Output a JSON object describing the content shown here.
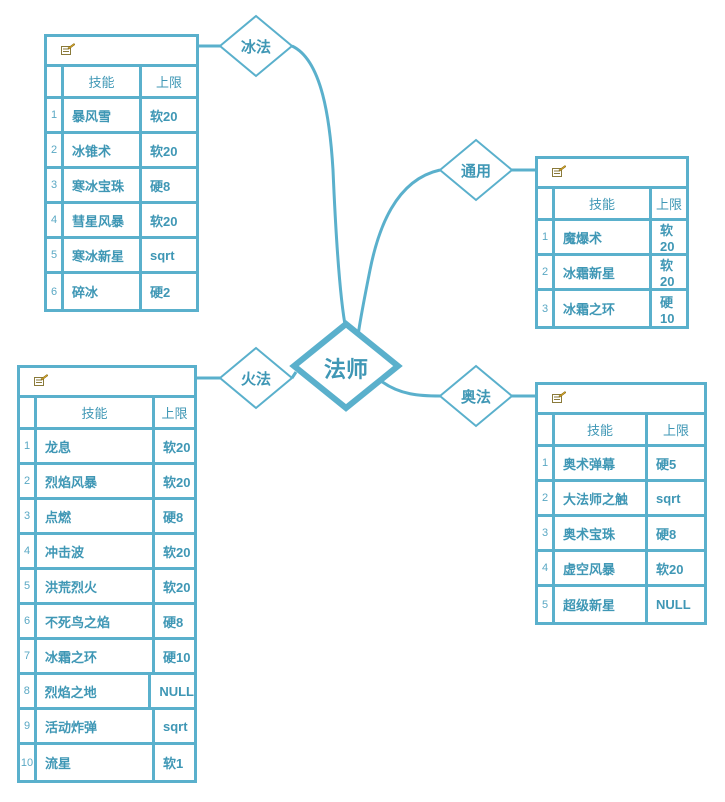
{
  "center": "法师",
  "relations": {
    "ice": "冰法",
    "general": "通用",
    "fire": "火法",
    "arcane": "奥法"
  },
  "columns": {
    "skill": "技能",
    "limit": "上限"
  },
  "tables": {
    "ice": [
      {
        "n": "1",
        "skill": "暴风雪",
        "limit": "软20"
      },
      {
        "n": "2",
        "skill": "冰锥术",
        "limit": "软20"
      },
      {
        "n": "3",
        "skill": "寒冰宝珠",
        "limit": "硬8"
      },
      {
        "n": "4",
        "skill": "彗星风暴",
        "limit": "软20"
      },
      {
        "n": "5",
        "skill": "寒冰新星",
        "limit": "sqrt"
      },
      {
        "n": "6",
        "skill": "碎冰",
        "limit": "硬2"
      }
    ],
    "general": [
      {
        "n": "1",
        "skill": "魔爆术",
        "limit": "软20"
      },
      {
        "n": "2",
        "skill": "冰霜新星",
        "limit": "软20"
      },
      {
        "n": "3",
        "skill": "冰霜之环",
        "limit": "硬10"
      }
    ],
    "fire": [
      {
        "n": "1",
        "skill": "龙息",
        "limit": "软20"
      },
      {
        "n": "2",
        "skill": "烈焰风暴",
        "limit": "软20"
      },
      {
        "n": "3",
        "skill": "点燃",
        "limit": "硬8"
      },
      {
        "n": "4",
        "skill": "冲击波",
        "limit": "软20"
      },
      {
        "n": "5",
        "skill": "洪荒烈火",
        "limit": "软20"
      },
      {
        "n": "6",
        "skill": "不死鸟之焰",
        "limit": "硬8"
      },
      {
        "n": "7",
        "skill": "冰霜之环",
        "limit": "硬10"
      },
      {
        "n": "8",
        "skill": "烈焰之地",
        "limit": "NULL"
      },
      {
        "n": "9",
        "skill": "活动炸弹",
        "limit": "sqrt"
      },
      {
        "n": "10",
        "skill": "流星",
        "limit": "软1"
      }
    ],
    "arcane": [
      {
        "n": "1",
        "skill": "奥术弹幕",
        "limit": "硬5"
      },
      {
        "n": "2",
        "skill": "大法师之触",
        "limit": "sqrt"
      },
      {
        "n": "3",
        "skill": "奥术宝珠",
        "limit": "硬8"
      },
      {
        "n": "4",
        "skill": "虚空风暴",
        "limit": "软20"
      },
      {
        "n": "5",
        "skill": "超级新星",
        "limit": "NULL"
      }
    ]
  },
  "colors": {
    "accent": "#5ab0cc",
    "text": "#3f97b5"
  }
}
